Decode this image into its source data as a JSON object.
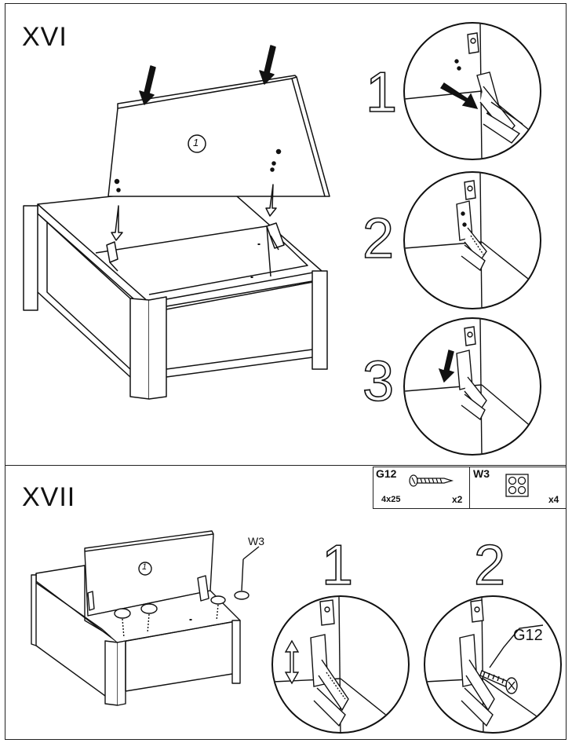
{
  "steps": {
    "step_16": {
      "title": "XVI",
      "lid_marker": "1",
      "substeps": [
        "1",
        "2",
        "3"
      ]
    },
    "step_17": {
      "title": "XVII",
      "lid_marker": "1",
      "pad_callout": "W3",
      "substeps": [
        "1",
        "2"
      ],
      "screw_callout": "G12"
    }
  },
  "parts": [
    {
      "code": "G12",
      "size": "4x25",
      "qty": "x2",
      "icon": "screw-icon"
    },
    {
      "code": "W3",
      "size": "",
      "qty": "x4",
      "icon": "felt-pads-icon"
    }
  ],
  "colors": {
    "line": "#111111",
    "background": "#ffffff"
  }
}
